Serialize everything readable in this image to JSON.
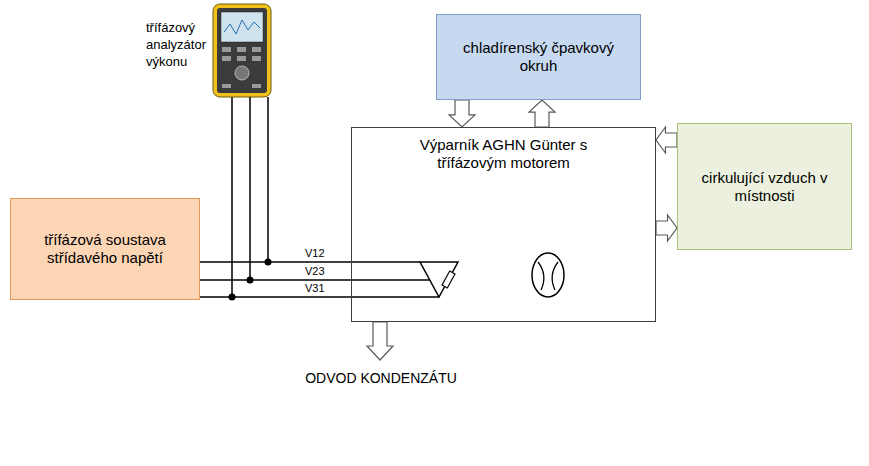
{
  "diagram": {
    "nodes": [
      {
        "text": [
          "chladírenský čpavkový okruh"
        ]
      },
      {
        "text": [
          "třífázová soustava střídavého napětí"
        ]
      },
      {
        "text": [
          "Výparník AGHN Günter s třífázovým motorem"
        ]
      },
      {
        "text": [
          "cirkulující vzduch v místnosti"
        ]
      }
    ],
    "edges": [
      {
        "from": 0,
        "to": 2,
        "arrow": "to"
      },
      {
        "from": 2,
        "to": 0,
        "arrow": "to"
      },
      {
        "from": 3,
        "to": 2,
        "arrow": "to"
      },
      {
        "from": 2,
        "to": 3,
        "arrow": "to"
      },
      {
        "from": 1,
        "to": 2,
        "label": "V12",
        "arrow": "none"
      },
      {
        "from": 1,
        "to": 2,
        "label": "V23",
        "arrow": "none"
      },
      {
        "from": 1,
        "to": 2,
        "label": "V31",
        "arrow": "none"
      }
    ],
    "labels": [
      "třífázový analyzátor výkonu",
      "ODVOD KONDENZÁTU"
    ]
  }
}
